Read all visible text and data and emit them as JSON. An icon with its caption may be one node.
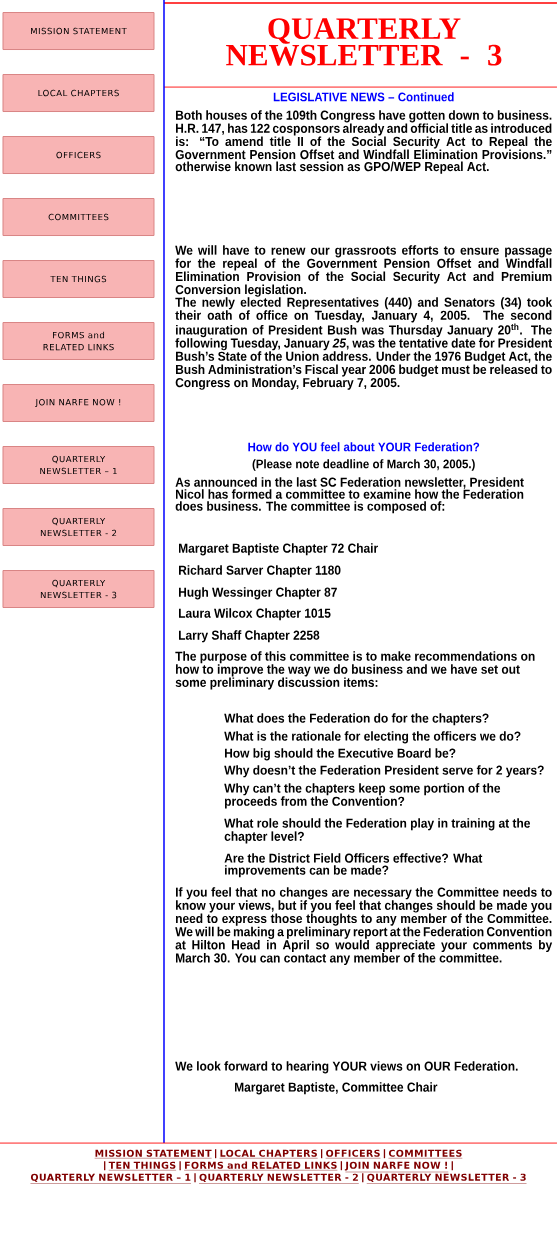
{
  "diagram": {
    "title": "QUARTERLY NEWSLETTER - 3",
    "nodes": [
      {
        "text": [
          "MISSION STATEMENT"
        ]
      },
      {
        "text": [
          "LOCAL CHAPTERS"
        ]
      },
      {
        "text": [
          "OFFICERS"
        ]
      },
      {
        "text": [
          "COMMITTEES"
        ]
      },
      {
        "text": [
          "TEN THINGS"
        ]
      },
      {
        "text": [
          "FORMS and RELATED LINKS"
        ]
      },
      {
        "text": [
          "JOIN NARFE NOW !"
        ]
      },
      {
        "text": [
          "QUARTERLY NEWSLETTER – 1"
        ]
      },
      {
        "text": [
          "QUARTERLY NEWSLETTER - 2"
        ]
      },
      {
        "text": [
          "QUARTERLY NEWSLETTER - 3"
        ]
      }
    ],
    "labels": [
      "LEGISLATIVE NEWS – Continued",
      "Both houses of the 109th Congress have gotten down to business. H.R. 147, has 122 cosponsors already and official title as introduced is: “To amend title II of the Social Security Act to Repeal the Government Pension Offset and Windfall Elimination Provisions.” otherwise known last session as GPO/WEP Repeal Act.",
      "We will have to renew our grassroots efforts to ensure passage for the repeal of the Government Pension Offset and Windfall Elimination Provision of the Social Security Act and Premium Conversion legislation.",
      "The newly elected Representatives (440) and Senators (34) took their oath of office on Tuesday, January 4, 2005. The second inauguration of President Bush was Thursday January 20$^{th}$. The following Tuesday, January *25*, was the tentative date for President Bush’s State of the Union address. Under the 1976 Budget Act, the Bush Administration’s Fiscal year 2006 budget must be released to Congress on Monday, February 7, 2005.",
      "How do YOU feel about YOUR Federation?",
      "(Please note deadline of March 30, 2005.)",
      "As announced in the last SC Federation newsletter, President Nicol has formed a committee to examine how the Federation does business. The committee is composed of:",
      "Margaret Baptiste Chapter 72 Chair",
      "Richard Sarver Chapter 1180",
      "Hugh Wessinger Chapter 87",
      "Laura Wilcox Chapter 1015",
      "Larry Shaff Chapter 2258",
      "The purpose of this committee is to make recommendations on how to improve the way we do business and we have set out some preliminary discussion items:",
      "What does the Federation do for the chapters?",
      "What is the rationale for electing the officers we do?",
      "How big should the Executive Board be?",
      "Why doesn’t the Federation President serve for 2 years?",
      "Why can’t the chapters keep some portion of the proceeds from the Convention?",
      "What role should the Federation play in training at the chapter level?",
      "Are the District Field Officers effective?  What improvements can be made?",
      "If you feel that no changes are necessary the Committee needs to know your views, but if you feel that changes should be made you need to express those thoughts to any member of the Committee. We will be making a preliminary report at the Federation Convention at Hilton Head in April so would appreciate your comments by March 30. You can contact any member of the committee.",
      "We look forward to hearing YOUR views on OUR Federation.",
      "Margaret Baptiste, Committee Chair",
      "MISSION STATEMENT",
      "LOCAL CHAPTERS",
      "OFFICERS",
      "COMMITTEES",
      "TEN THINGS",
      "FORMS and RELATED LINKS",
      "JOIN NARFE NOW !",
      "QUARTERLY NEWSLETTER – 1",
      "QUARTERLY NEWSLETTER - 2",
      "QUARTERLY NEWSLETTER - 3"
    ]
  }
}
